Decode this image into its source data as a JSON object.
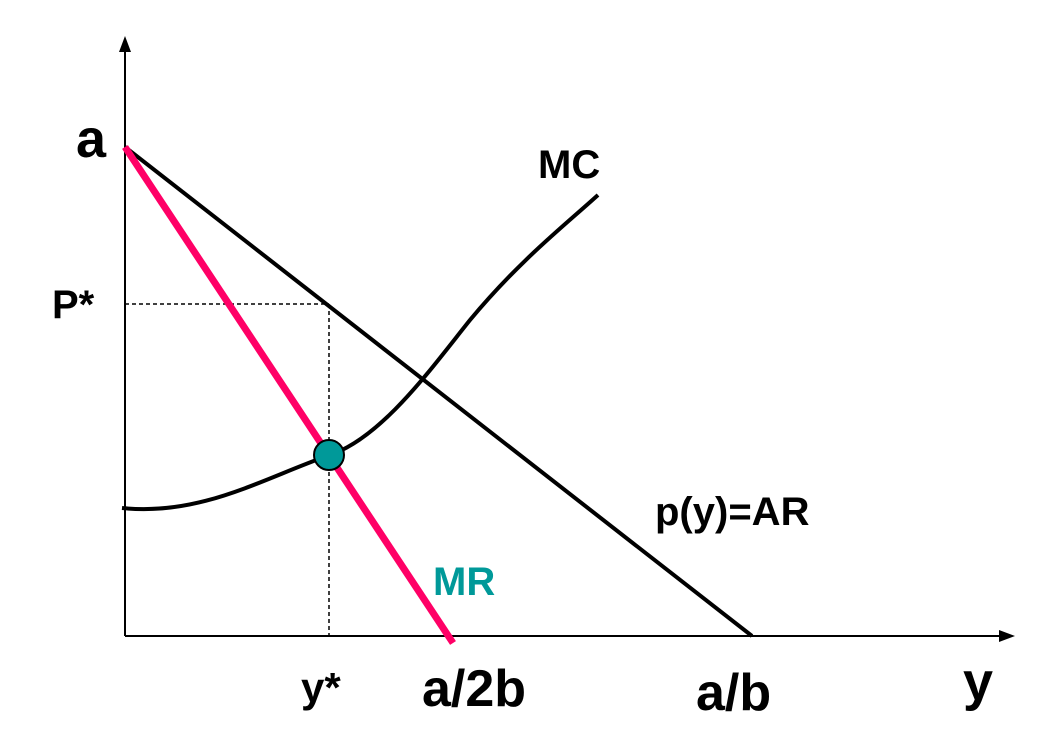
{
  "chart_data": {
    "type": "line",
    "title": "",
    "xlabel": "y",
    "ylabel": "",
    "x_tick_labels": [
      "y*",
      "a/2b",
      "a/b"
    ],
    "y_tick_labels": [
      "a",
      "P*"
    ],
    "series": [
      {
        "name": "p(y)=AR",
        "color": "#000000"
      },
      {
        "name": "MR",
        "color": "#ff0066"
      },
      {
        "name": "MC",
        "color": "#000000"
      }
    ],
    "optimum_marker": {
      "label_x": "y*",
      "label_y": "P*",
      "color": "#009999"
    }
  },
  "labels": {
    "a": "a",
    "p_star": "P*",
    "mc": "MC",
    "ar": "p(y)=AR",
    "mr": "MR",
    "y_star": "y*",
    "a_2b": "a/2b",
    "a_b": "a/b",
    "y_axis_var": "y"
  },
  "colors": {
    "axis": "#000000",
    "mr_line": "#ff0066",
    "mr_label": "#009999",
    "optimum_dot": "#009999"
  }
}
